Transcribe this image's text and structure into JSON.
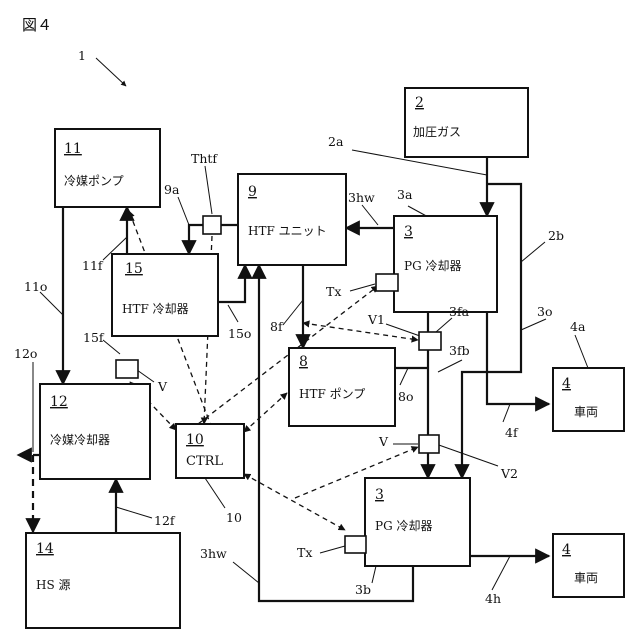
{
  "figure": {
    "title": "図４",
    "system_ref": "1"
  },
  "components": {
    "pressurized_gas": {
      "number": "2",
      "label": "加圧ガス"
    },
    "refrigerant_pump": {
      "number": "11",
      "label": "冷媒ポンプ"
    },
    "htf_unit": {
      "number": "9",
      "label": "HTF ユニット"
    },
    "htf_cooler": {
      "number": "15",
      "label": "HTF 冷却器"
    },
    "pg_cooler_a": {
      "number": "3",
      "label": "PG 冷却器"
    },
    "htf_pump": {
      "number": "8",
      "label": "HTF ポンプ"
    },
    "refrigerant_cooler": {
      "number": "12",
      "label": "冷媒冷却器"
    },
    "controller": {
      "number": "10",
      "label": "CTRL"
    },
    "vehicle_a": {
      "number": "4",
      "label": "車両"
    },
    "pg_cooler_b": {
      "number": "3",
      "label": "PG 冷却器"
    },
    "heat_source": {
      "number": "14",
      "label": "HS 源"
    },
    "vehicle_b": {
      "number": "4",
      "label": "車両"
    }
  },
  "references": {
    "r_2a": "2a",
    "r_2b": "2b",
    "r_3a": "3a",
    "r_3hw_top": "3hw",
    "r_thtf": "Thtf",
    "r_9a": "9a",
    "r_11f": "11f",
    "r_11o": "11o",
    "r_15f": "15f",
    "r_15o": "15o",
    "r_8f": "8f",
    "r_tx_top": "Tx",
    "r_v1": "V1",
    "r_3fa": "3fa",
    "r_3o": "3o",
    "r_3fb": "3fb",
    "r_8o": "8o",
    "r_4a": "4a",
    "r_4f": "4f",
    "r_12o": "12o",
    "r_v_left": "V",
    "r_v_mid": "V",
    "r_v2": "V2",
    "r_10": "10",
    "r_12f": "12f",
    "r_3hw_bottom": "3hw",
    "r_tx_bottom": "Tx",
    "r_3b": "3b",
    "r_4h": "4h"
  }
}
